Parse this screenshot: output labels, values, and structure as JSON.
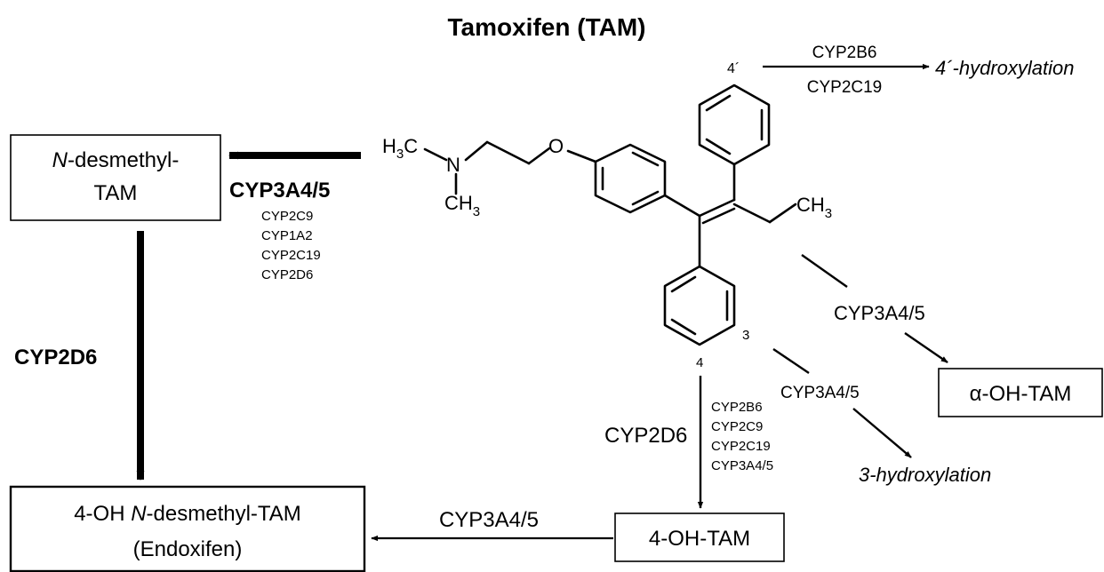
{
  "title": "Tamoxifen (TAM)",
  "molecule": {
    "h3c": [
      "H",
      "3",
      "C"
    ],
    "n": "N",
    "ch3_n": [
      "CH",
      "3"
    ],
    "o": "O",
    "ch3_ethyl": [
      "CH",
      "3"
    ],
    "pos_4prime": "4´",
    "pos_4": "4",
    "pos_3": "3"
  },
  "nodes": {
    "n_desmethyl": {
      "line1_italic": "N",
      "line1_rest": "-desmethyl-",
      "line2": "TAM"
    },
    "endoxifen": {
      "line1_pre": "4-OH ",
      "line1_italic": "N",
      "line1_rest": "-desmethyl-TAM",
      "line2": "(Endoxifen)"
    },
    "four_oh_tam": "4-OH-TAM",
    "alpha_oh_tam": {
      "greek": "α",
      "rest": "-OH-TAM"
    }
  },
  "reactions": {
    "to_n_desmethyl": {
      "major": "CYP3A4/5",
      "minor": [
        "CYP2C9",
        "CYP1A2",
        "CYP2C19",
        "CYP2D6"
      ]
    },
    "to_endoxifen_from_n_desmethyl": "CYP2D6",
    "to_4_oh_tam": {
      "major": "CYP2D6",
      "minor": [
        "CYP2B6",
        "CYP2C9",
        "CYP2C19",
        "CYP3A4/5"
      ]
    },
    "to_endoxifen_from_4_oh_tam": "CYP3A4/5",
    "to_alpha_oh_tam": "CYP3A4/5",
    "to_3_hydroxylation": {
      "enzyme": "CYP3A4/5",
      "product": "3-hydroxylation"
    },
    "to_4prime_hydroxylation": {
      "enzymes": [
        "CYP2B6",
        "CYP2C19"
      ],
      "product": "4´-hydroxylation"
    }
  }
}
